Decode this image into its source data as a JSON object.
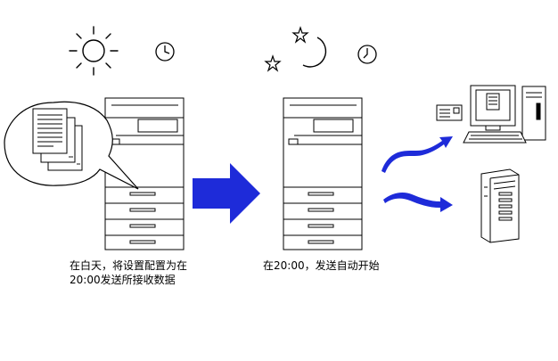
{
  "captions": {
    "day_line1": "在白天，将设置配置为在",
    "day_line2": "20:00发送所接收数据",
    "night": "在20:00，发送自动开始"
  },
  "colors": {
    "arrow_blue": "#1e2bd9",
    "line": "#000000"
  },
  "icons": [
    "sun-icon",
    "clock-icon",
    "moon-icon",
    "star-icon",
    "document-stack-icon",
    "copier-icon",
    "computer-icon",
    "server-icon"
  ]
}
